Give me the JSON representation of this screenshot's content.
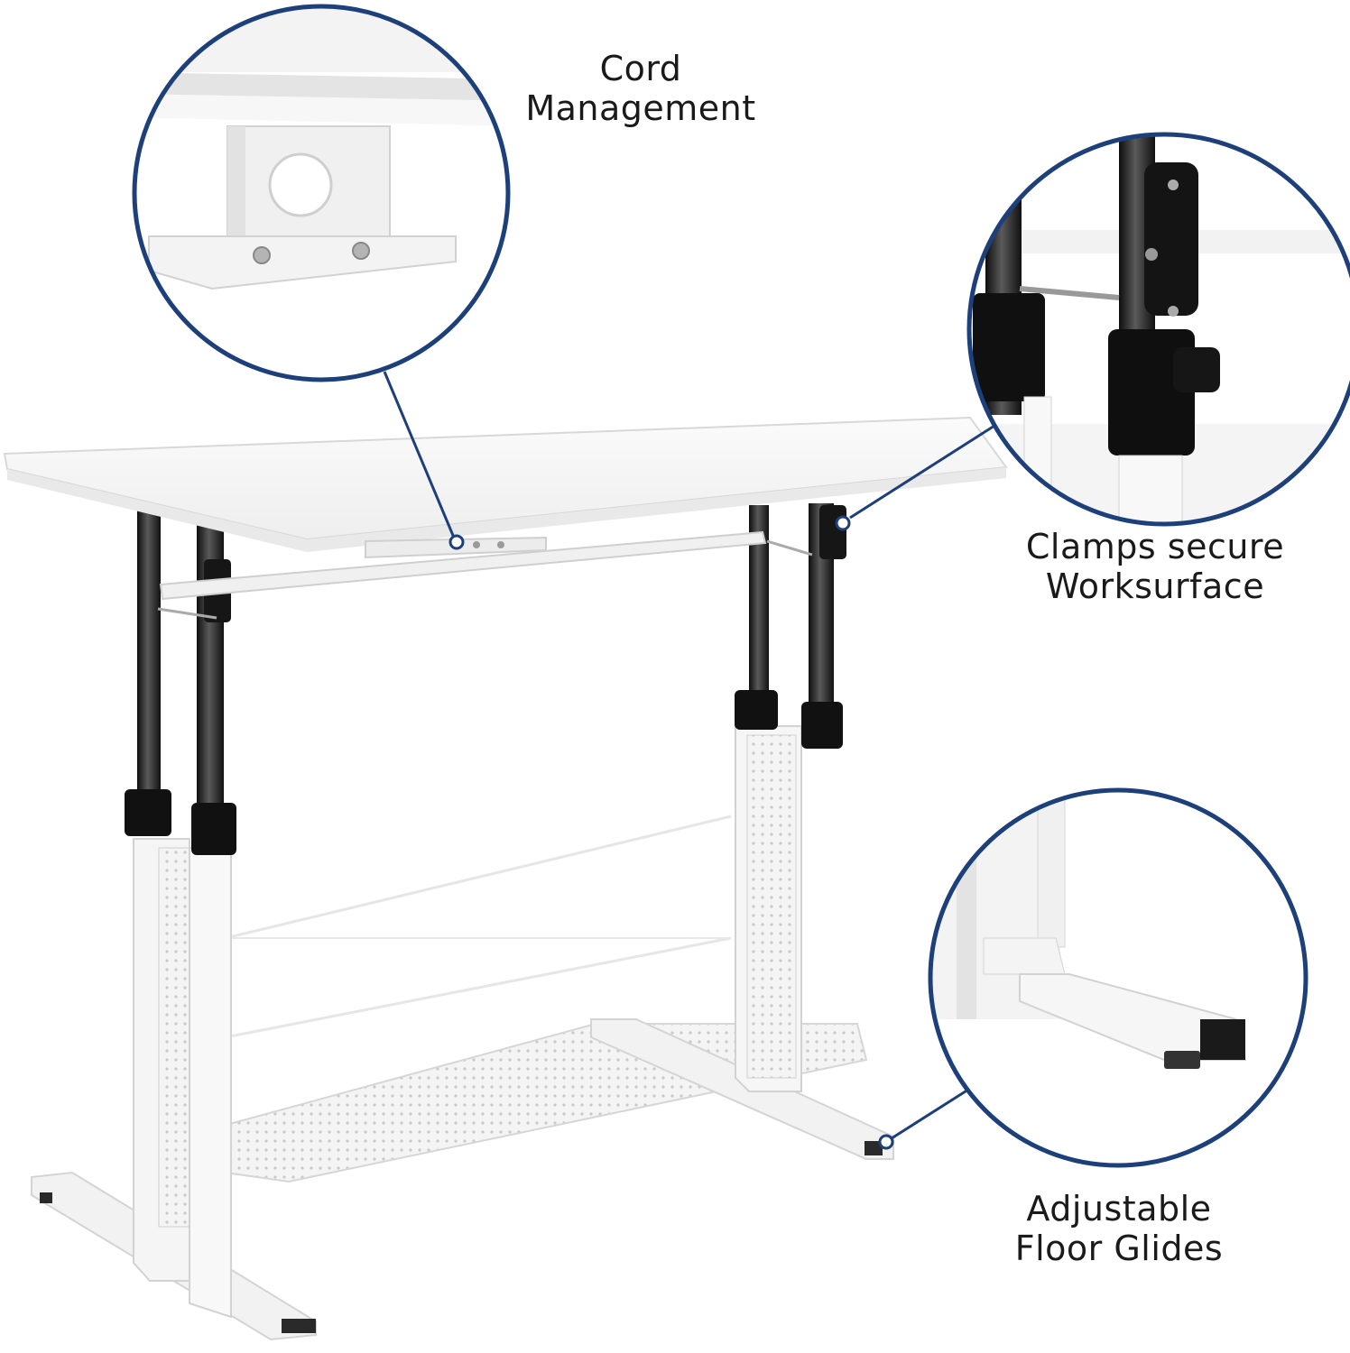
{
  "colors": {
    "background": "#ffffff",
    "callout_ring": "#1d3f7a",
    "desk_white": "#f7f7f7",
    "frame_shadow": "#d9d9d9",
    "steel_black": "#1c1c1c"
  },
  "callouts": [
    {
      "id": "cord",
      "line1": "Cord",
      "line2": "Management"
    },
    {
      "id": "clamps",
      "line1": "Clamps secure",
      "line2": "Worksurface"
    },
    {
      "id": "glides",
      "line1": "Adjustable",
      "line2": "Floor Glides"
    }
  ]
}
